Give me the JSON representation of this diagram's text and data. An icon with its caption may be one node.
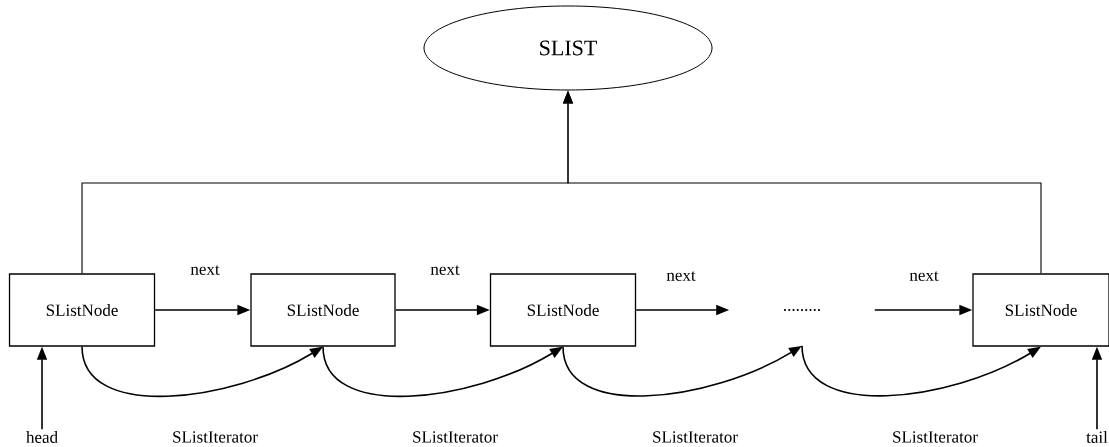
{
  "diagram": {
    "nodes": [
      {
        "text": [
          "SLIST"
        ]
      },
      {
        "text": [
          "SListNode"
        ]
      },
      {
        "text": [
          "SListNode"
        ]
      },
      {
        "text": [
          "SListNode"
        ]
      },
      {
        "text": [
          "........."
        ]
      },
      {
        "text": [
          "SListNode"
        ]
      },
      {
        "text": [
          "head"
        ]
      },
      {
        "text": [
          "tail"
        ]
      }
    ],
    "edges": [
      {
        "from": 1,
        "to": 2,
        "arrow": "to",
        "label": "next"
      },
      {
        "from": 2,
        "to": 3,
        "arrow": "to",
        "label": "next"
      },
      {
        "from": 3,
        "to": 4,
        "arrow": "to",
        "label": "next"
      },
      {
        "from": 4,
        "to": 5,
        "arrow": "to",
        "label": "next"
      },
      {
        "from": 1,
        "to": 2,
        "arrow": "to",
        "label": "SListIterator"
      },
      {
        "from": 2,
        "to": 3,
        "arrow": "to",
        "label": "SListIterator"
      },
      {
        "from": 3,
        "to": 4,
        "arrow": "to",
        "label": "SListIterator"
      },
      {
        "from": 4,
        "to": 5,
        "arrow": "to",
        "label": "SListIterator"
      },
      {
        "from": 6,
        "to": 1,
        "arrow": "to"
      },
      {
        "from": 7,
        "to": 5,
        "arrow": "to"
      },
      {
        "from": 1,
        "to": 0,
        "arrow": "to"
      },
      {
        "from": 5,
        "to": 0,
        "arrow": "to"
      }
    ]
  }
}
